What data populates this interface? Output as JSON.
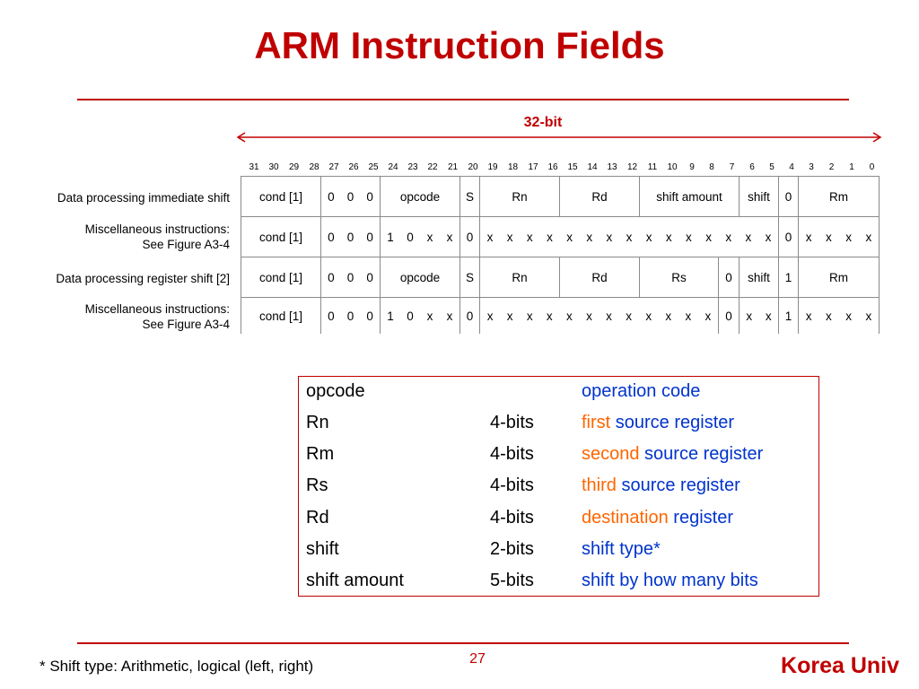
{
  "slide": {
    "title": "ARM Instruction Fields",
    "page_number": "27",
    "footnote": "* Shift type: Arithmetic, logical (left, right)",
    "brand": "Korea Univ",
    "accent_color": "#c00000"
  },
  "bit_width_label": "32-bit",
  "bit_numbers": [
    "31",
    "30",
    "29",
    "28",
    "27",
    "26",
    "25",
    "24",
    "23",
    "22",
    "21",
    "20",
    "19",
    "18",
    "17",
    "16",
    "15",
    "14",
    "13",
    "12",
    "11",
    "10",
    "9",
    "8",
    "7",
    "6",
    "5",
    "4",
    "3",
    "2",
    "1",
    "0"
  ],
  "formats": [
    {
      "label_lines": [
        "Data processing immediate shift"
      ],
      "cells": [
        {
          "from": 31,
          "to": 28,
          "values": [
            "cond [1]"
          ]
        },
        {
          "from": 27,
          "to": 25,
          "values": [
            "0",
            "0",
            "0"
          ]
        },
        {
          "from": 24,
          "to": 21,
          "values": [
            "opcode"
          ]
        },
        {
          "from": 20,
          "to": 20,
          "values": [
            "S"
          ]
        },
        {
          "from": 19,
          "to": 16,
          "values": [
            "Rn"
          ]
        },
        {
          "from": 15,
          "to": 12,
          "values": [
            "Rd"
          ]
        },
        {
          "from": 11,
          "to": 7,
          "values": [
            "shift amount"
          ]
        },
        {
          "from": 6,
          "to": 5,
          "values": [
            "shift"
          ]
        },
        {
          "from": 4,
          "to": 4,
          "values": [
            "0"
          ]
        },
        {
          "from": 3,
          "to": 0,
          "values": [
            "Rm"
          ]
        }
      ]
    },
    {
      "label_lines": [
        "Miscellaneous instructions:",
        "See Figure A3-4"
      ],
      "cells": [
        {
          "from": 31,
          "to": 28,
          "values": [
            "cond [1]"
          ]
        },
        {
          "from": 27,
          "to": 25,
          "values": [
            "0",
            "0",
            "0"
          ]
        },
        {
          "from": 24,
          "to": 21,
          "values": [
            "1",
            "0",
            "x",
            "x"
          ]
        },
        {
          "from": 20,
          "to": 20,
          "values": [
            "0"
          ]
        },
        {
          "from": 19,
          "to": 5,
          "values": [
            "x",
            "x",
            "x",
            "x",
            "x",
            "x",
            "x",
            "x",
            "x",
            "x",
            "x",
            "x",
            "x",
            "x",
            "x"
          ]
        },
        {
          "from": 4,
          "to": 4,
          "values": [
            "0"
          ]
        },
        {
          "from": 3,
          "to": 0,
          "values": [
            "x",
            "x",
            "x",
            "x"
          ]
        }
      ]
    },
    {
      "label_lines": [
        "Data processing register shift [2]"
      ],
      "cells": [
        {
          "from": 31,
          "to": 28,
          "values": [
            "cond [1]"
          ]
        },
        {
          "from": 27,
          "to": 25,
          "values": [
            "0",
            "0",
            "0"
          ]
        },
        {
          "from": 24,
          "to": 21,
          "values": [
            "opcode"
          ]
        },
        {
          "from": 20,
          "to": 20,
          "values": [
            "S"
          ]
        },
        {
          "from": 19,
          "to": 16,
          "values": [
            "Rn"
          ]
        },
        {
          "from": 15,
          "to": 12,
          "values": [
            "Rd"
          ]
        },
        {
          "from": 11,
          "to": 8,
          "values": [
            "Rs"
          ]
        },
        {
          "from": 7,
          "to": 7,
          "values": [
            "0"
          ]
        },
        {
          "from": 6,
          "to": 5,
          "values": [
            "shift"
          ]
        },
        {
          "from": 4,
          "to": 4,
          "values": [
            "1"
          ]
        },
        {
          "from": 3,
          "to": 0,
          "values": [
            "Rm"
          ]
        }
      ]
    },
    {
      "label_lines": [
        "Miscellaneous instructions:",
        "See Figure A3-4"
      ],
      "cells": [
        {
          "from": 31,
          "to": 28,
          "values": [
            "cond [1]"
          ]
        },
        {
          "from": 27,
          "to": 25,
          "values": [
            "0",
            "0",
            "0"
          ]
        },
        {
          "from": 24,
          "to": 21,
          "values": [
            "1",
            "0",
            "x",
            "x"
          ]
        },
        {
          "from": 20,
          "to": 20,
          "values": [
            "0"
          ]
        },
        {
          "from": 19,
          "to": 8,
          "values": [
            "x",
            "x",
            "x",
            "x",
            "x",
            "x",
            "x",
            "x",
            "x",
            "x",
            "x",
            "x"
          ]
        },
        {
          "from": 7,
          "to": 7,
          "values": [
            "0"
          ]
        },
        {
          "from": 6,
          "to": 5,
          "values": [
            "x",
            "x"
          ]
        },
        {
          "from": 4,
          "to": 4,
          "values": [
            "1"
          ]
        },
        {
          "from": 3,
          "to": 0,
          "values": [
            "x",
            "x",
            "x",
            "x"
          ]
        }
      ]
    }
  ],
  "legend": [
    {
      "field": "opcode",
      "bits": "",
      "desc": [
        {
          "text": "operation code",
          "color": "blue"
        }
      ]
    },
    {
      "field": "Rn",
      "bits": "4-bits",
      "desc": [
        {
          "text": "first",
          "color": "orange"
        },
        {
          "text": " source register",
          "color": "blue"
        }
      ]
    },
    {
      "field": "Rm",
      "bits": "4-bits",
      "desc": [
        {
          "text": "second",
          "color": "orange"
        },
        {
          "text": " source register",
          "color": "blue"
        }
      ]
    },
    {
      "field": "Rs",
      "bits": "4-bits",
      "desc": [
        {
          "text": "third",
          "color": "orange"
        },
        {
          "text": " source register",
          "color": "blue"
        }
      ]
    },
    {
      "field": "Rd",
      "bits": "4-bits",
      "desc": [
        {
          "text": "destination",
          "color": "orange"
        },
        {
          "text": " register",
          "color": "blue"
        }
      ]
    },
    {
      "field": "shift",
      "bits": "2-bits",
      "desc": [
        {
          "text": "shift type*",
          "color": "blue"
        }
      ]
    },
    {
      "field": "shift amount",
      "bits": "5-bits",
      "desc": [
        {
          "text": "shift by how many bits",
          "color": "blue"
        }
      ]
    }
  ]
}
